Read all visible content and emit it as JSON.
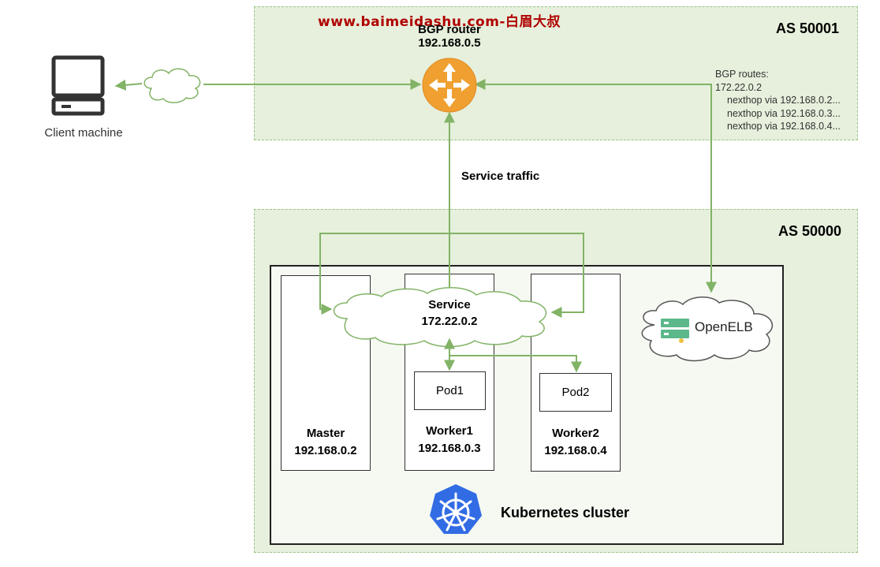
{
  "watermark": "www.baimeidashu.com-白眉大叔",
  "as_top": {
    "label": "AS 50001"
  },
  "as_bottom": {
    "label": "AS 50000"
  },
  "bgp_router": {
    "name": "BGP router",
    "ip": "192.168.0.5"
  },
  "client": {
    "label": "Client machine"
  },
  "bgp_routes": {
    "title": "BGP routes:",
    "prefix": "172.22.0.2",
    "hops": [
      "nexthop via 192.168.0.2...",
      "nexthop via 192.168.0.3...",
      "nexthop via 192.168.0.4..."
    ]
  },
  "service_traffic": "Service traffic",
  "service": {
    "name": "Service",
    "ip": "172.22.0.2"
  },
  "nodes": [
    {
      "name": "Master",
      "ip": "192.168.0.2"
    },
    {
      "name": "Worker1",
      "ip": "192.168.0.3"
    },
    {
      "name": "Worker2",
      "ip": "192.168.0.4"
    }
  ],
  "pods": [
    "Pod1",
    "Pod2"
  ],
  "openelb": "OpenELB",
  "cluster": {
    "label": "Kubernetes cluster"
  },
  "colors": {
    "arrow": "#82b366",
    "as_fill": "#e6f0dc",
    "router": "#f0a030",
    "k8s": "#326ce5"
  }
}
